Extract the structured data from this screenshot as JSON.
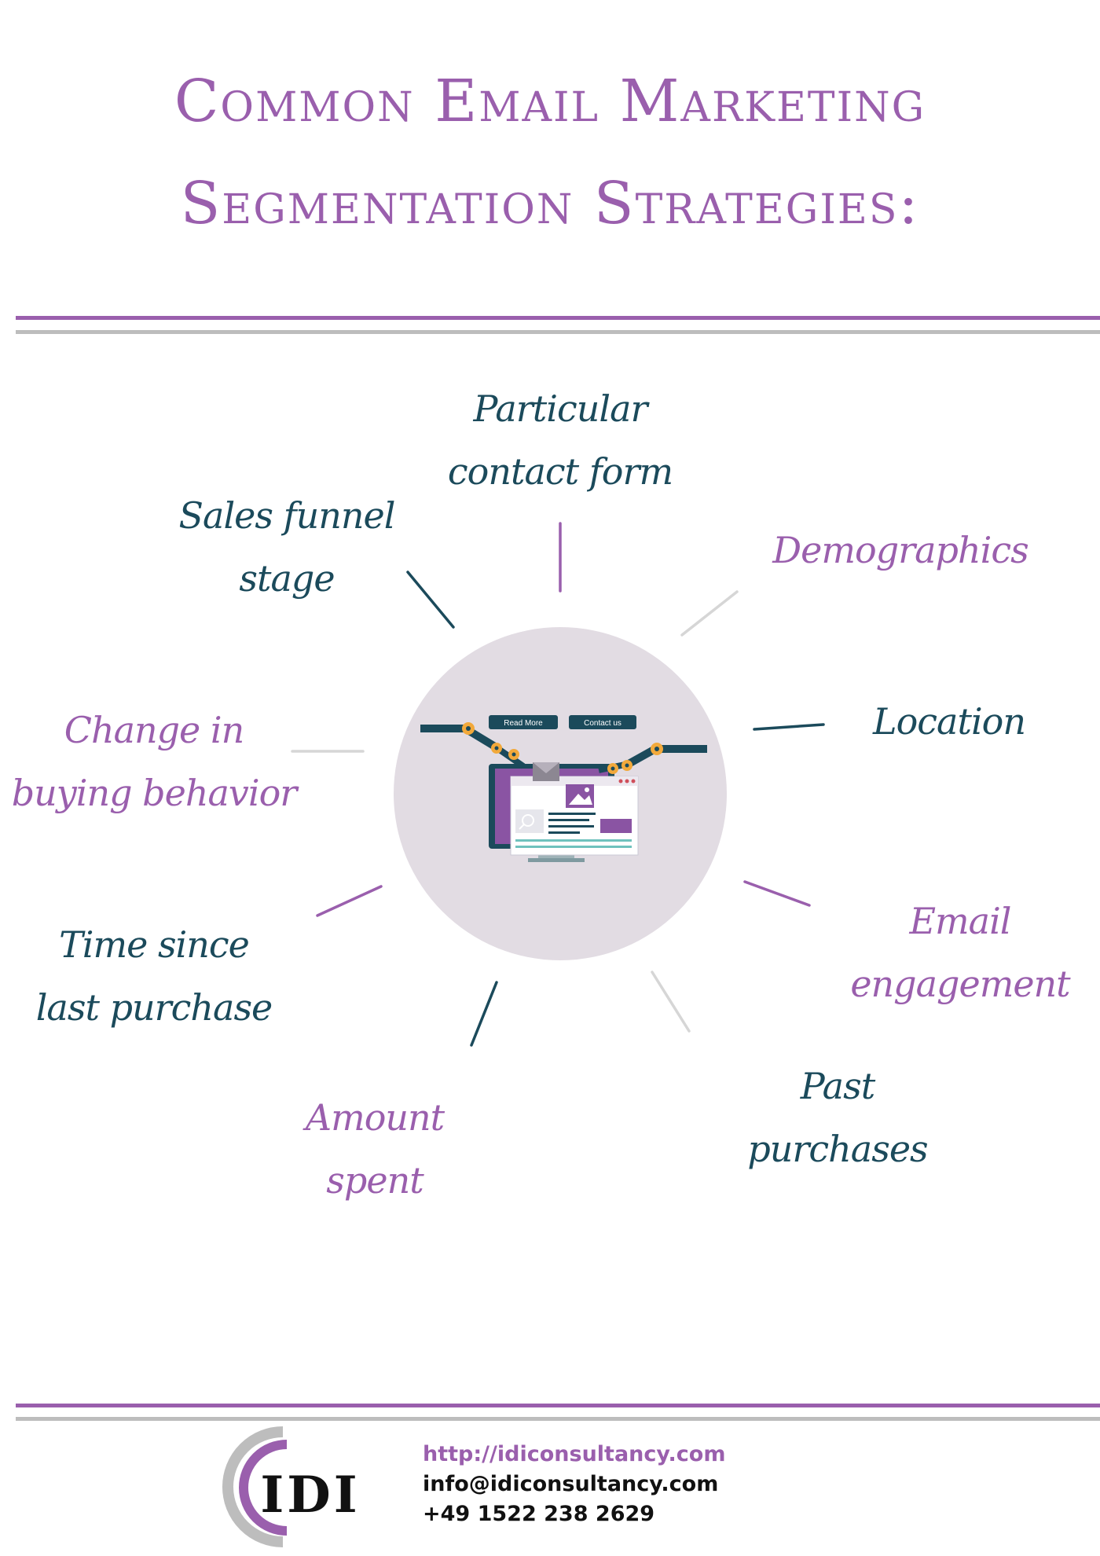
{
  "title": {
    "line1": "Common Email Marketing",
    "line2": "Segmentation Strategies:"
  },
  "center_image": {
    "buttons": [
      "Read More",
      "Contact us"
    ]
  },
  "strategies": [
    {
      "lines": [
        "Particular",
        "contact form"
      ],
      "color": "#1b4a5b"
    },
    {
      "lines": [
        "Demographics"
      ],
      "color": "#9a5fad"
    },
    {
      "lines": [
        "Location"
      ],
      "color": "#1b4a5b"
    },
    {
      "lines": [
        "Email",
        "engagement"
      ],
      "color": "#9a5fad"
    },
    {
      "lines": [
        "Past",
        "purchases"
      ],
      "color": "#1b4a5b"
    },
    {
      "lines": [
        "Amount",
        "spent"
      ],
      "color": "#9a5fad"
    },
    {
      "lines": [
        "Time since",
        "last purchase"
      ],
      "color": "#1b4a5b"
    },
    {
      "lines": [
        "Change in",
        "buying behavior"
      ],
      "color": "#9a5fad"
    },
    {
      "lines": [
        "Sales funnel",
        "stage"
      ],
      "color": "#1b4a5b"
    }
  ],
  "footer": {
    "url": "http://idiconsultancy.com",
    "email": "info@idiconsultancy.com",
    "phone": "+49 1522 238 2629",
    "logo_text": "IDI"
  },
  "colors": {
    "purple": "#9a5fad",
    "teal": "#1b4a5b",
    "gray": "#bdbdbd",
    "circle": "#e2dce3"
  }
}
